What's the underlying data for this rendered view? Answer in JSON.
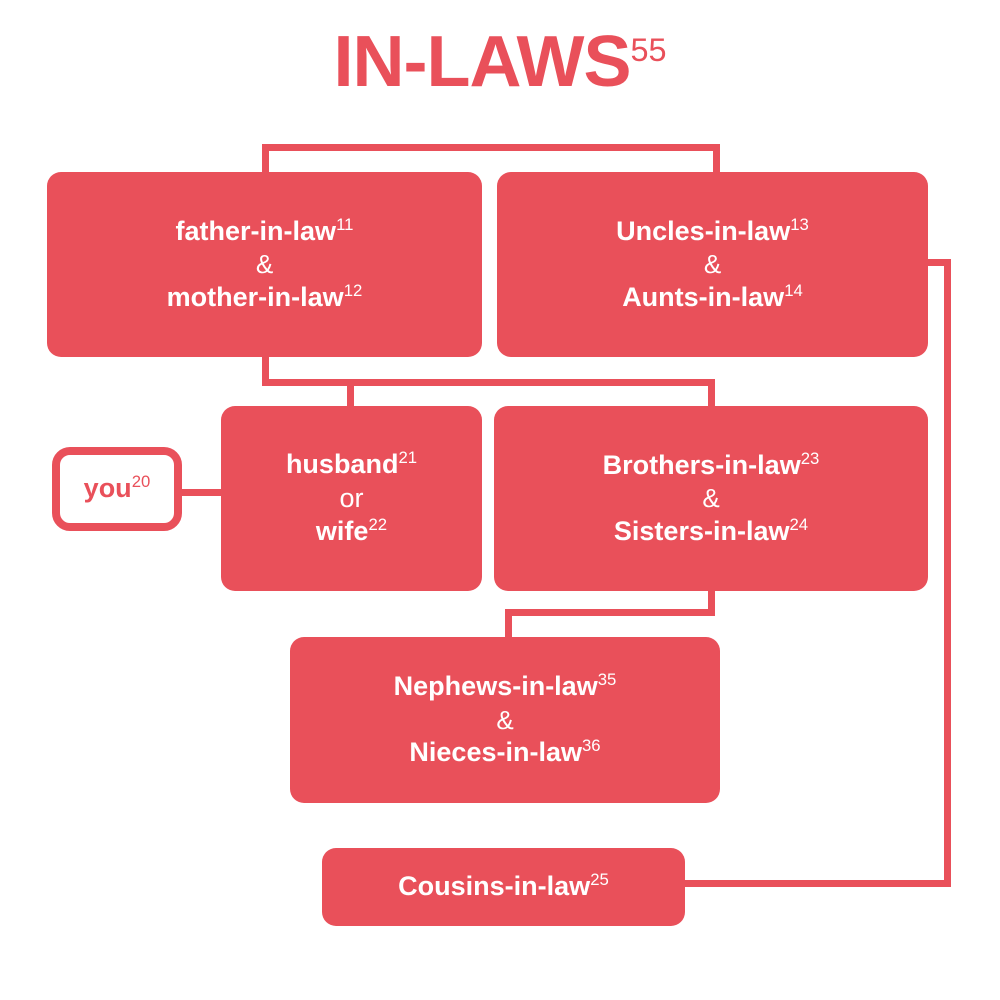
{
  "diagram": {
    "title": {
      "text": "IN-LAWS",
      "superscript": "55"
    },
    "accent_color": "#e9505a",
    "background_color": "#ffffff",
    "box_text_color": "#ffffff",
    "nodes": {
      "parents_in_law": {
        "line1": "father-in-law",
        "sup1": "11",
        "conjunction": "&",
        "line2": "mother-in-law",
        "sup2": "12"
      },
      "uncles_aunts_in_law": {
        "line1": "Uncles-in-law",
        "sup1": "13",
        "conjunction": "&",
        "line2": "Aunts-in-law",
        "sup2": "14"
      },
      "you": {
        "line1": "you",
        "sup1": "20"
      },
      "spouse": {
        "line1": "husband",
        "sup1": "21",
        "conjunction": "or",
        "line2": "wife",
        "sup2": "22"
      },
      "siblings_in_law": {
        "line1": "Brothers-in-law",
        "sup1": "23",
        "conjunction": "&",
        "line2": "Sisters-in-law",
        "sup2": "24"
      },
      "nephews_nieces_in_law": {
        "line1": "Nephews-in-law",
        "sup1": "35",
        "conjunction": "&",
        "line2": "Nieces-in-law",
        "sup2": "36"
      },
      "cousins_in_law": {
        "line1": "Cousins-in-law",
        "sup1": "25"
      }
    }
  }
}
